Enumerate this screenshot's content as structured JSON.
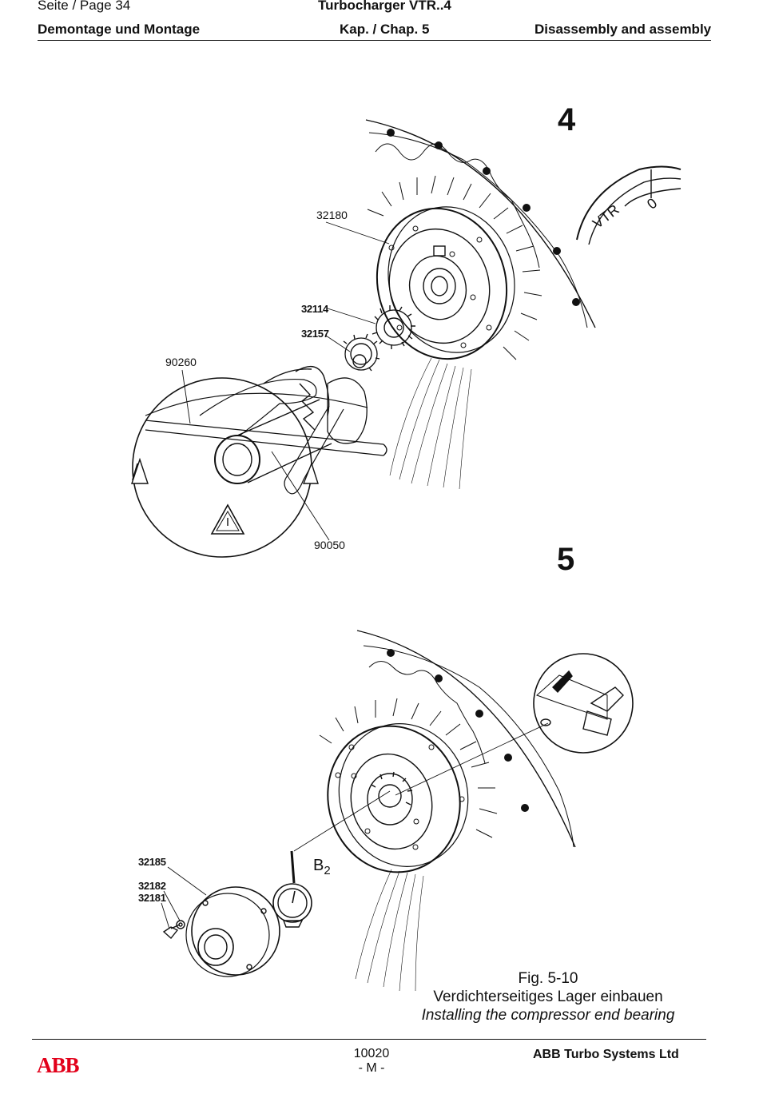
{
  "header": {
    "page_label": "Seite / Page  34",
    "title": "Turbocharger VTR..4",
    "section_de": "Demontage und Montage",
    "chapter": "Kap. / Chap. 5",
    "section_en": "Disassembly and assembly"
  },
  "figure": {
    "step_a": "4",
    "step_b": "5",
    "part_labels_a": {
      "housing_ring": "32180",
      "ring_nut": "32114",
      "nut": "32157",
      "tool_bar": "90260",
      "wrench": "90050",
      "detail_mark": "VTR",
      "detail_zero": "0"
    },
    "part_labels_b": {
      "cover": "32185",
      "washer": "32182",
      "screw": "32181",
      "dial_gauge": "B",
      "dial_gauge_sub": "2"
    },
    "caption": {
      "number": "Fig. 5-10",
      "text_de": "Verdichterseitiges Lager einbauen",
      "text_en": "Installing the compressor end bearing"
    }
  },
  "footer": {
    "logo": "ABB",
    "doc_number": "10020",
    "doc_sub": "- M -",
    "company": "ABB Turbo Systems Ltd"
  }
}
